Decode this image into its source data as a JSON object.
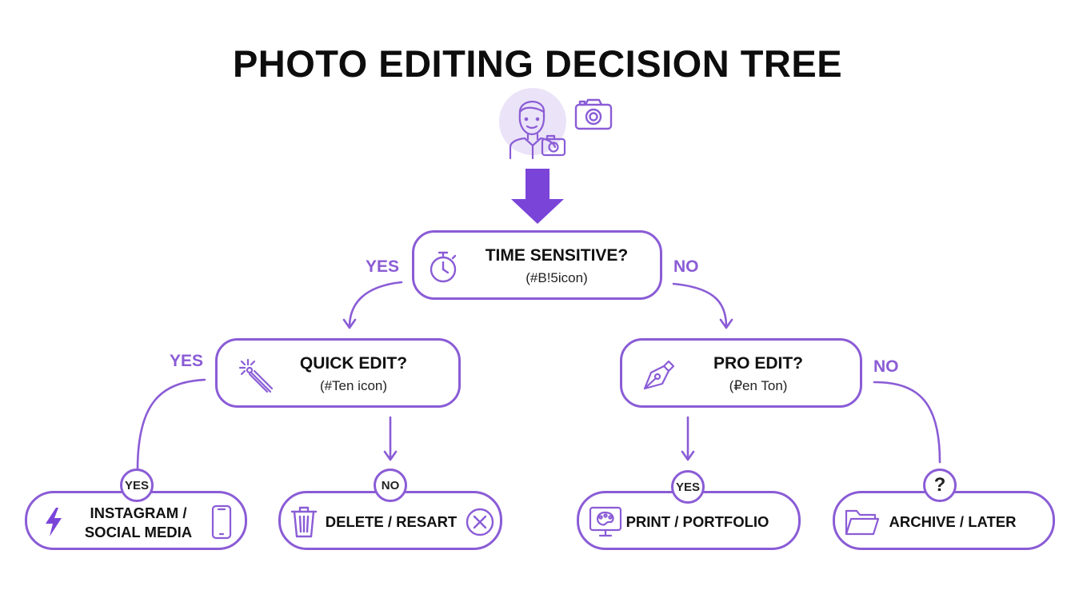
{
  "title": "PHOTO EDITING DECISION TREE",
  "colors": {
    "accent": "#8a5cd6",
    "arrow_fill": "#7a44d9",
    "avatar_bg": "#ebe3f8"
  },
  "nodes": {
    "time_sensitive": {
      "question": "TIME SENSITIVE?",
      "note": "(#B!5icon)",
      "icon": "stopwatch-icon"
    },
    "quick_edit": {
      "question": "QUICK EDIT?",
      "note": "(#Ten icon)",
      "icon": "magic-wand-icon"
    },
    "pro_edit": {
      "question": "PRO EDIT?",
      "note": "(₽en Ton)",
      "icon": "pen-nib-icon"
    }
  },
  "outcomes": {
    "instagram": {
      "line1": "INSTAGRAM /",
      "line2": "SOCIAL MEDIA",
      "badge": "YES",
      "icons": [
        "lightning-icon",
        "smartphone-icon"
      ]
    },
    "delete": {
      "label": "DELETE / RESART",
      "badge": "NO",
      "icons": [
        "trash-icon",
        "close-circle-icon"
      ]
    },
    "print": {
      "label": "PRINT / PORTFOLIO",
      "badge": "YES",
      "icons": [
        "monitor-palette-icon"
      ]
    },
    "archive": {
      "label": "ARCHIVE / LATER",
      "badge": "?",
      "icons": [
        "folder-icon"
      ]
    }
  },
  "edge_labels": {
    "time_yes": "YES",
    "time_no": "NO",
    "quick_yes": "YES",
    "pro_no": "NO"
  },
  "header_icons": [
    "photographer-avatar-icon",
    "camera-icon"
  ]
}
